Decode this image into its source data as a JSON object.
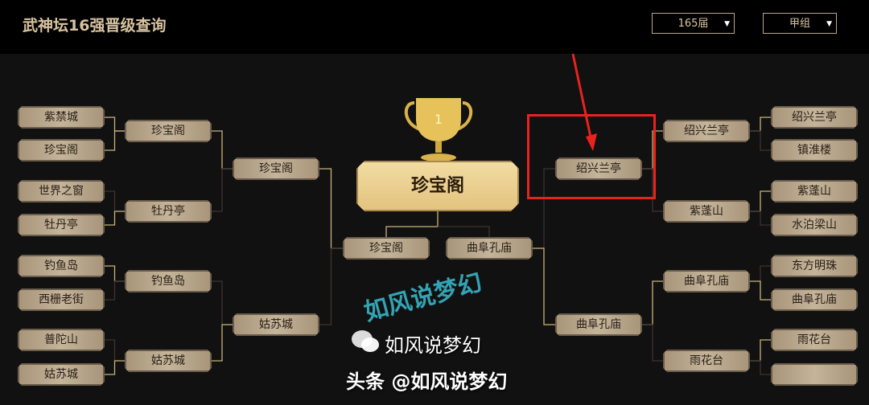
{
  "header": {
    "title": "武神坛16强晋级查询",
    "season_select": "165届",
    "group_select": "甲组"
  },
  "bracket": {
    "left": {
      "round1": [
        "紫禁城",
        "珍宝阁",
        "世界之窗",
        "牡丹亭",
        "钓鱼岛",
        "西栅老街",
        "普陀山",
        "姑苏城"
      ],
      "round2": [
        "珍宝阁",
        "牡丹亭",
        "钓鱼岛",
        "姑苏城"
      ],
      "round3": [
        "珍宝阁",
        "姑苏城"
      ]
    },
    "right": {
      "round1": [
        "绍兴兰亭",
        "镇淮楼",
        "紫蓬山",
        "水泊梁山",
        "东方明珠",
        "曲阜孔庙",
        "雨花台",
        ""
      ],
      "round2": [
        "绍兴兰亭",
        "紫蓬山",
        "曲阜孔庙",
        "雨花台"
      ],
      "round3": [
        "绍兴兰亭",
        "曲阜孔庙"
      ]
    },
    "semifinal": [
      "珍宝阁",
      "曲阜孔庙"
    ],
    "champion": "珍宝阁",
    "trophy_rank": "1"
  },
  "watermark": {
    "logo": "如风说梦幻",
    "wechat_name": "如风说梦幻",
    "credit": "头条 @如风说梦幻"
  },
  "colors": {
    "highlight": "#e8231e",
    "winner_line": "#c8b27a",
    "loser_line": "#3d3430"
  }
}
